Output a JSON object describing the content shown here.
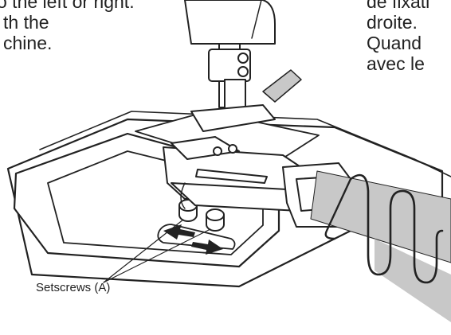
{
  "text_en": {
    "lines": [
      "o the left or right.",
      "th the",
      "chine."
    ]
  },
  "text_fr": {
    "lines": [
      "de fixati",
      "droite.",
      "Quand",
      "avec le"
    ]
  },
  "callout": {
    "label": "Setscrews (A)"
  },
  "colors": {
    "ink": "#222222",
    "tape_fill": "#c8c8c8",
    "paper": "#ffffff",
    "metal_dark": "#555555"
  }
}
